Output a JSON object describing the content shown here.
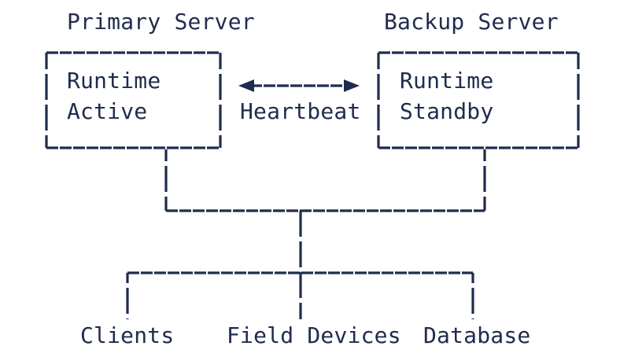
{
  "diagram": {
    "line_color": "#202c4e",
    "background_color": "#ffffff",
    "primary_server": {
      "title": "Primary Server",
      "lines": [
        "Runtime",
        "Active"
      ]
    },
    "backup_server": {
      "title": "Backup Server",
      "lines": [
        "Runtime",
        "Standby"
      ]
    },
    "link": {
      "label": "Heartbeat",
      "style": "double-headed-arrow"
    },
    "leaf_nodes": [
      "Clients",
      "Field Devices",
      "Database"
    ]
  }
}
